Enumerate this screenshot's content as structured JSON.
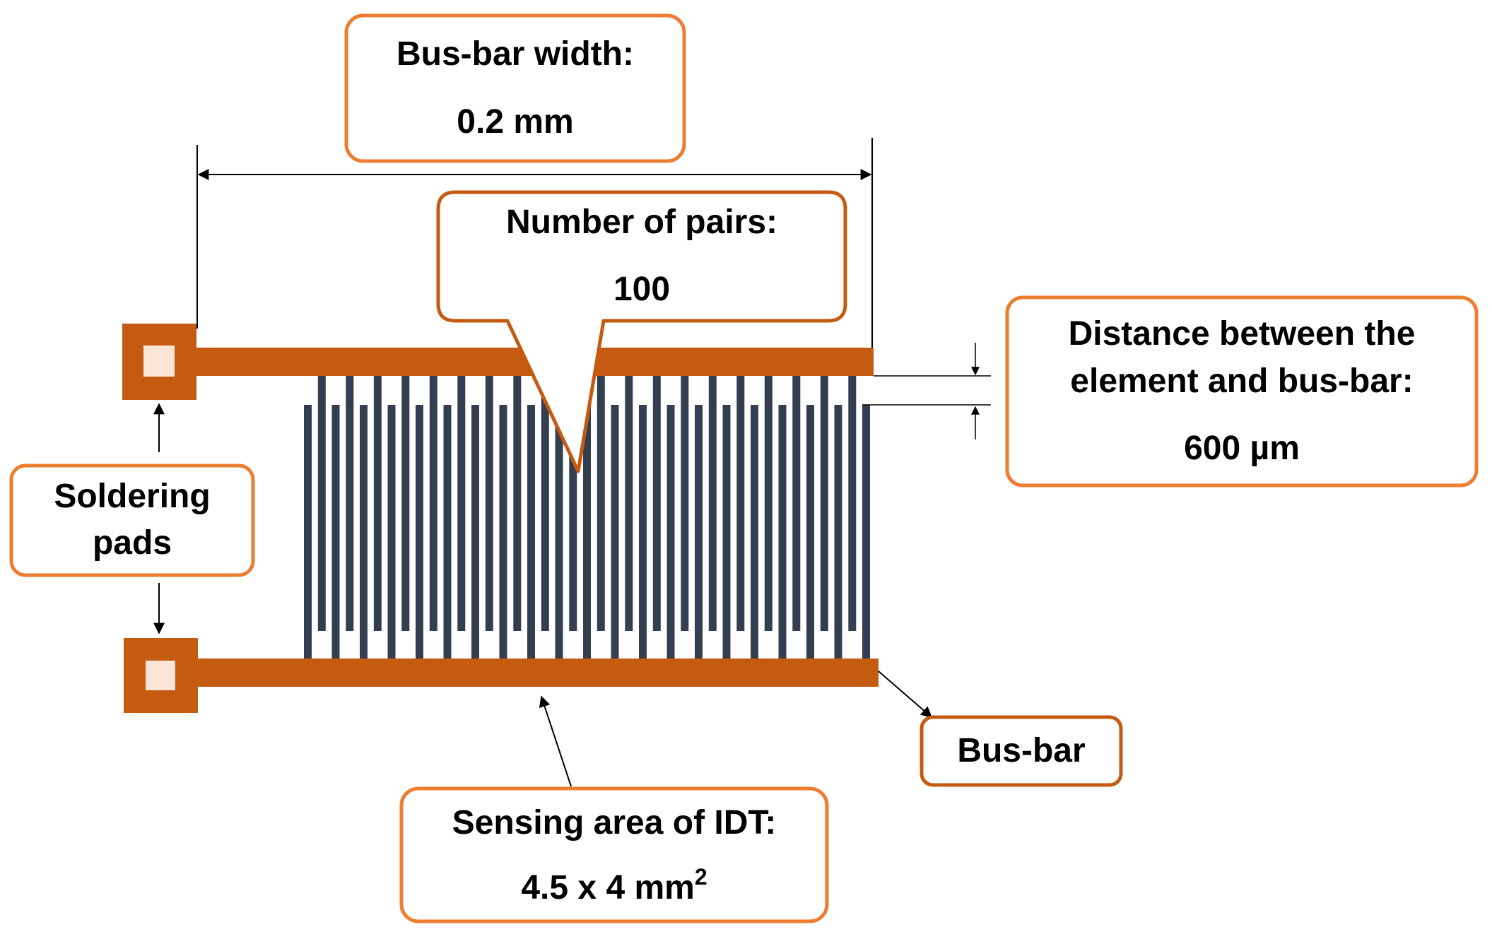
{
  "callouts": {
    "busbar_width": {
      "line1": "Bus-bar width:",
      "line2": "0.2 mm"
    },
    "number_of_pairs": {
      "line1": "Number of pairs:",
      "line2": "100"
    },
    "distance": {
      "line1": "Distance between the",
      "line2": "element and bus-bar:",
      "line3": "600 µm"
    },
    "soldering_pads": {
      "line1": "Soldering",
      "line2": "pads"
    },
    "bus_bar": {
      "line1": "Bus-bar"
    },
    "sensing_area": {
      "line1": "Sensing area of IDT:",
      "line2": "4.5 x 4 mm",
      "superscript": "2"
    }
  },
  "colors": {
    "busbar": "#c55a11",
    "pad_inner": "#fbe5d6",
    "electrode": "#333f50",
    "callout_border": "#ed7d31",
    "line": "#000000"
  }
}
